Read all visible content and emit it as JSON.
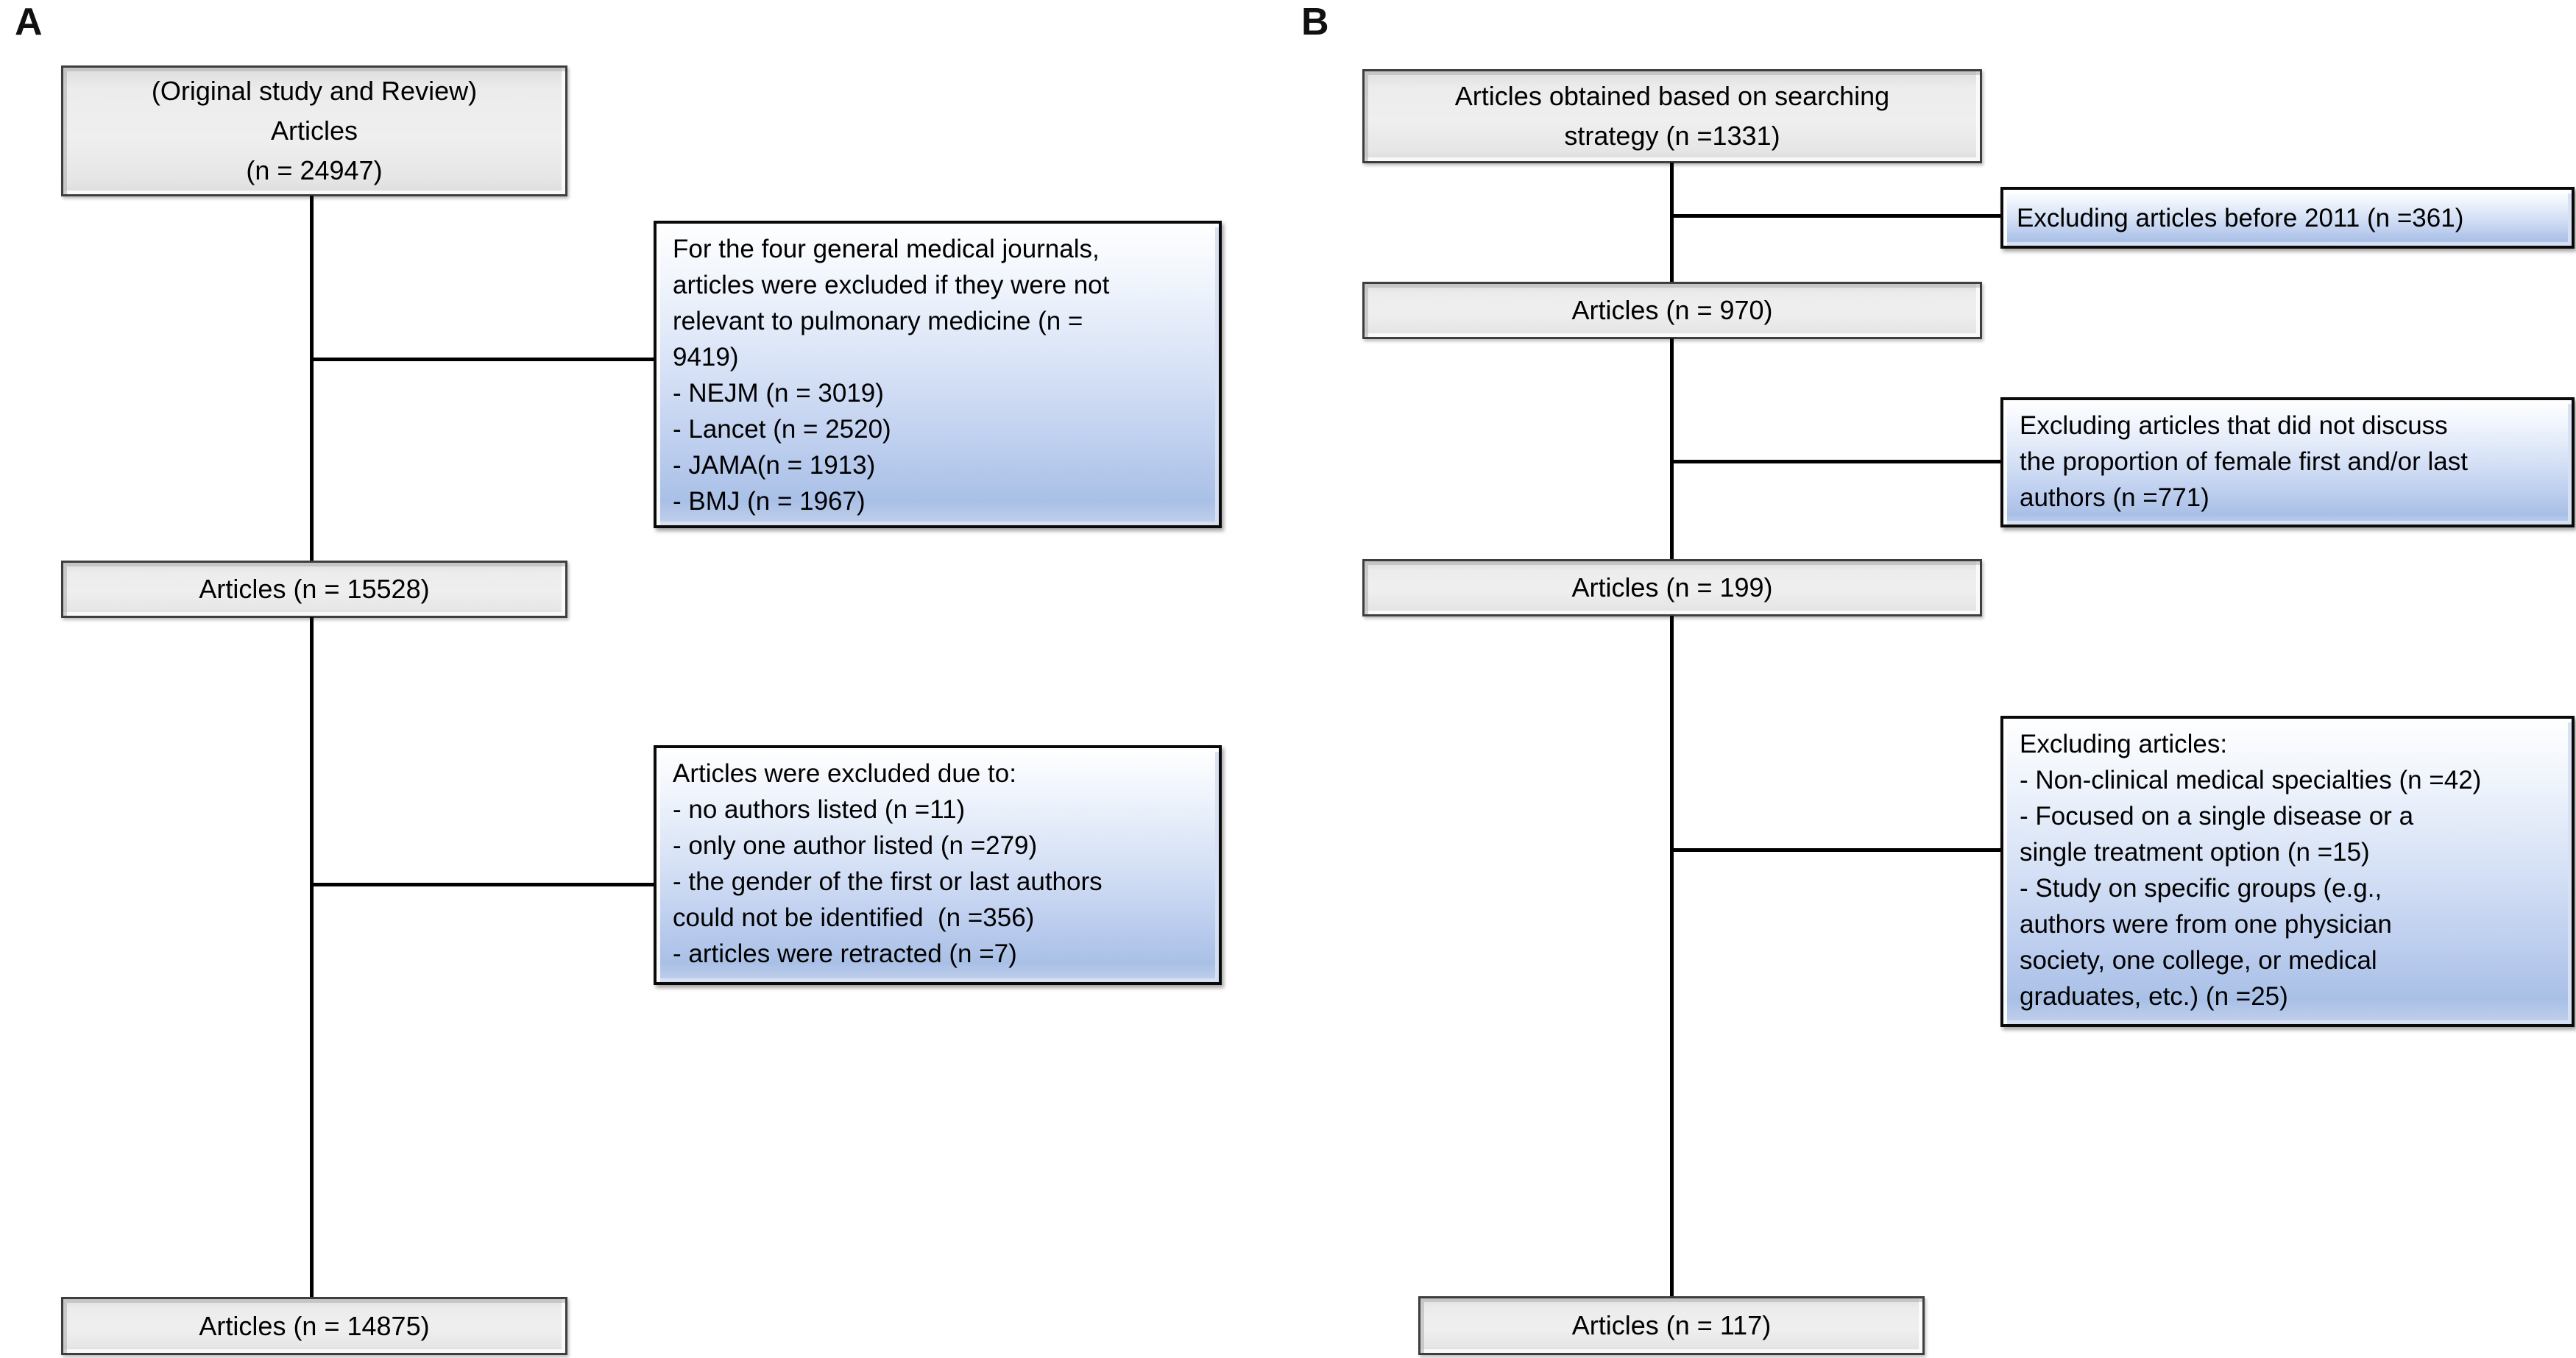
{
  "figure": {
    "type": "prisma-flowchart",
    "colors": {
      "grey_box_fill": "#ececec",
      "grey_box_border": "#3e3e3e",
      "blue_box_top": "#ffffff",
      "blue_box_bottom": "#a9c0e6",
      "blue_box_border": "#0a0a0a",
      "connector": "#000000",
      "text": "#000000"
    }
  },
  "panel_a": {
    "label": "A",
    "start_box": {
      "lines": [
        "(Original study and Review)",
        "Articles",
        "(n = 24947)"
      ],
      "n": 24947
    },
    "exclusion_box_1": {
      "lines": [
        "For the four general medical journals,",
        "articles were excluded if they were not",
        "relevant to pulmonary medicine (n =",
        "9419)",
        "- NEJM (n = 3019)",
        "- Lancet (n = 2520)",
        "- JAMA(n = 1913)",
        "- BMJ (n = 1967)"
      ],
      "n_excluded": 9419
    },
    "mid_box": {
      "text": "Articles (n = 15528)",
      "n": 15528
    },
    "exclusion_box_2": {
      "lines": [
        "Articles were excluded due to:",
        "- no authors listed (n =11)",
        "- only one author listed (n =279)",
        "- the gender of the first or last authors",
        "could not be identified  (n =356)",
        "- articles were retracted (n =7)"
      ]
    },
    "end_box": {
      "text": "Articles (n = 14875)",
      "n": 14875
    }
  },
  "panel_b": {
    "label": "B",
    "start_box": {
      "lines": [
        "Articles obtained based on searching",
        "strategy (n =1331)"
      ],
      "n": 1331
    },
    "exclusion_box_1": {
      "text": "Excluding articles before 2011 (n =361)",
      "n_excluded": 361
    },
    "mid_box_1": {
      "text": "Articles (n = 970)",
      "n": 970
    },
    "exclusion_box_2": {
      "lines": [
        "Excluding articles that did not discuss",
        "the proportion of female first and/or last",
        "authors (n =771)"
      ],
      "n_excluded": 771
    },
    "mid_box_2": {
      "text": "Articles (n = 199)",
      "n": 199
    },
    "exclusion_box_3": {
      "lines": [
        "Excluding articles:",
        "- Non-clinical medical specialties (n =42)",
        "- Focused on a single disease or a",
        "single treatment option (n =15)",
        "- Study on specific groups (e.g.,",
        "authors were from one physician",
        "society, one college, or medical",
        "graduates, etc.) (n =25)"
      ]
    },
    "end_box": {
      "text": "Articles (n = 117)",
      "n": 117
    }
  }
}
